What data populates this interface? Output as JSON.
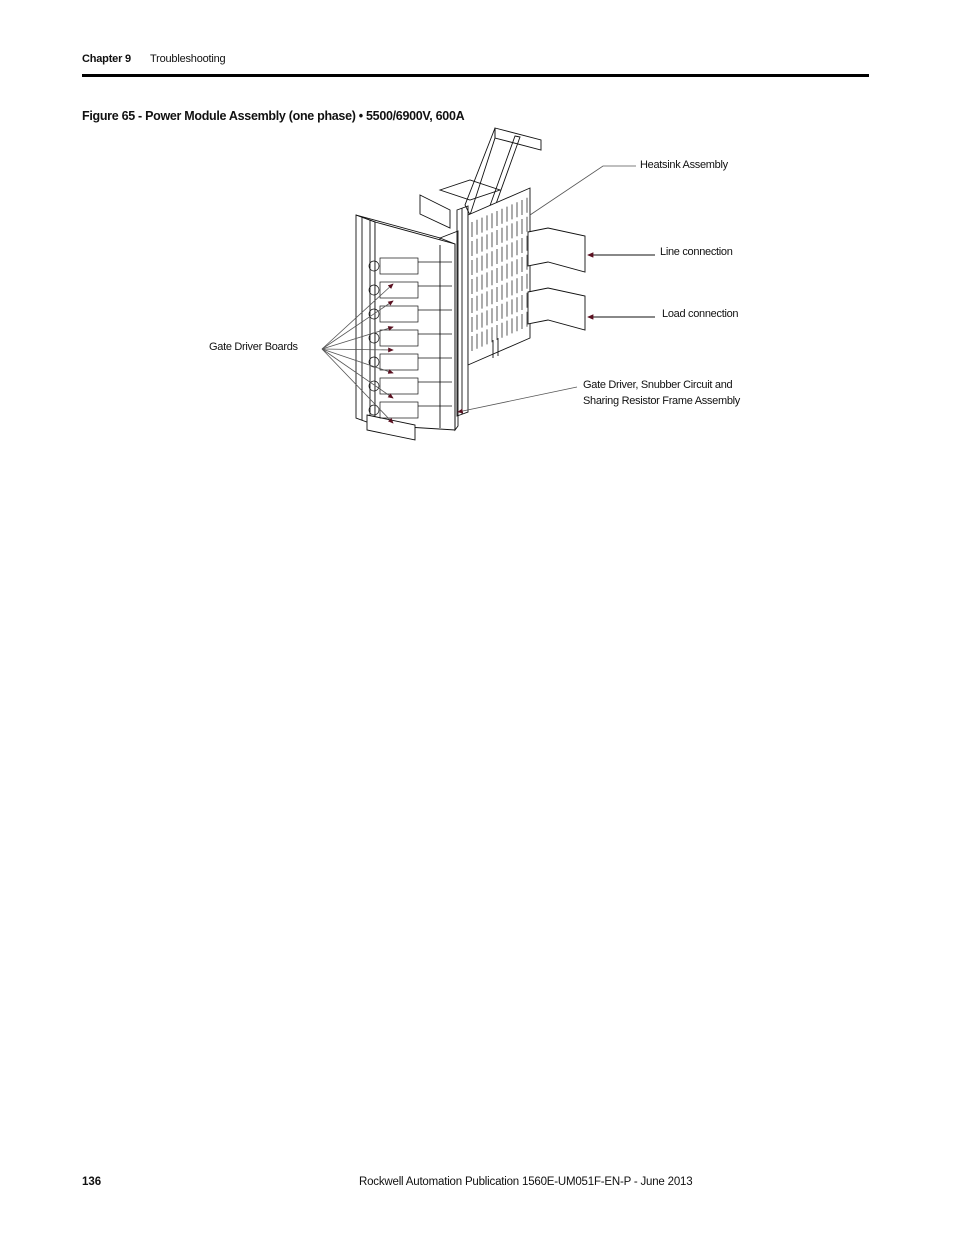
{
  "header": {
    "chapter": "Chapter 9",
    "section": "Troubleshooting"
  },
  "figure": {
    "title": "Figure 65 - Power Module Assembly (one phase) • 5500/6900V, 600A",
    "callouts": {
      "heatsink": "Heatsink Assembly",
      "line": "Line connection",
      "load": "Load connection",
      "gate_boards": "Gate Driver Boards",
      "frame_line1": "Gate Driver, Snubber Circuit and",
      "frame_line2": "Sharing Resistor Frame Assembly"
    }
  },
  "footer": {
    "page": "136",
    "publication": "Rockwell Automation Publication 1560E-UM051F-EN-P - June 2013"
  }
}
